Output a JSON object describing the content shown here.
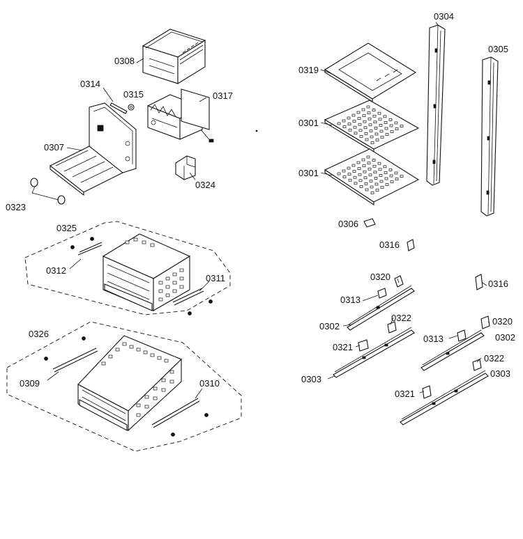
{
  "labels": {
    "p0308": "0308",
    "p0314": "0314",
    "p0315": "0315",
    "p0317": "0317",
    "p0307": "0307",
    "p0324": "0324",
    "p0323": "0323",
    "p0325": "0325",
    "p0312": "0312",
    "p0311": "0311",
    "p0326": "0326",
    "p0309": "0309",
    "p0310": "0310",
    "p0319": "0319",
    "p0301a": "0301",
    "p0301b": "0301",
    "p0304": "0304",
    "p0305": "0305",
    "p0306": "0306",
    "p0316a": "0316",
    "p0316b": "0316",
    "p0320a": "0320",
    "p0313a": "0313",
    "p0302a": "0302",
    "p0322a": "0322",
    "p0321a": "0321",
    "p0303a": "0303",
    "p0320b": "0320",
    "p0313b": "0313",
    "p0302b": "0302",
    "p0322b": "0322",
    "p0321b": "0321",
    "p0303b": "0303"
  }
}
